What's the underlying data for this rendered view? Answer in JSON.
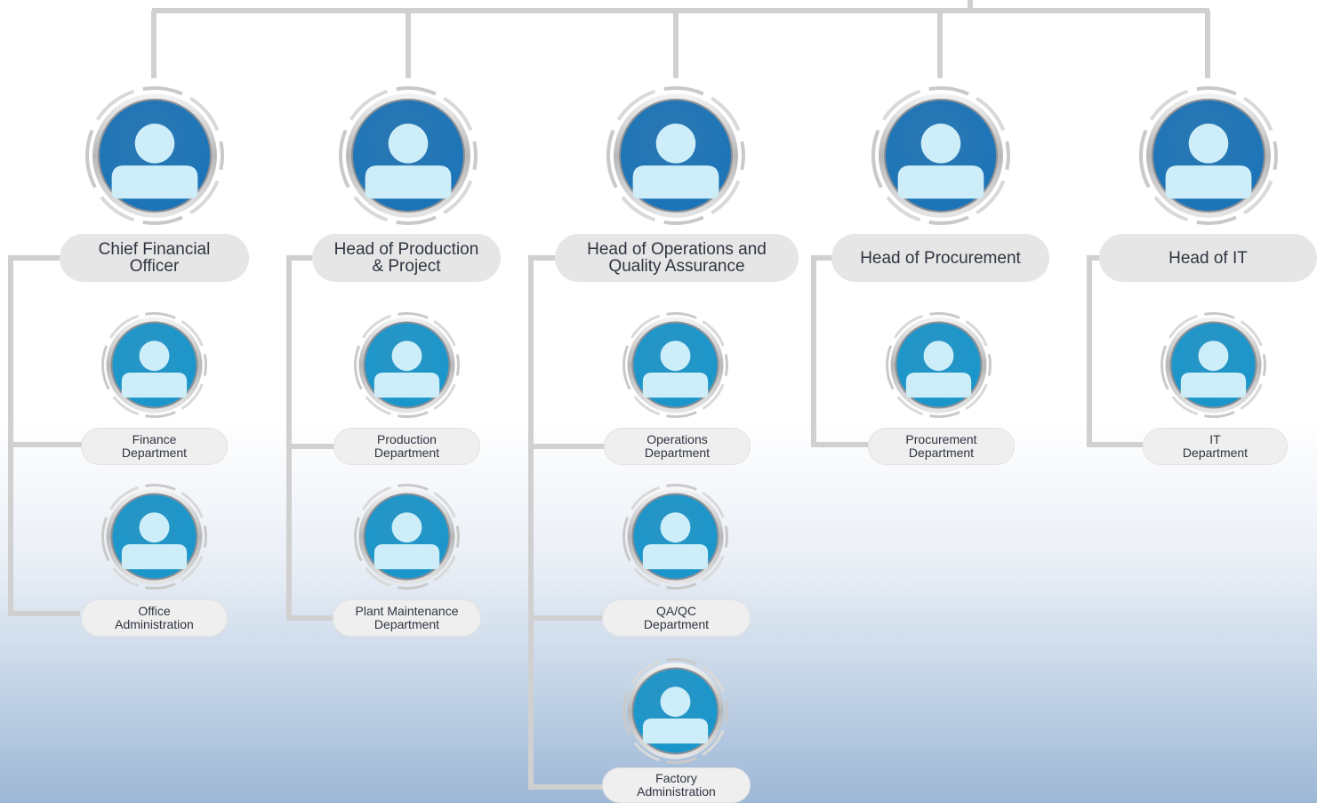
{
  "colors": {
    "connector": "#d0d0d0",
    "head_avatar": "#1a74b8",
    "dept_avatar": "#1896cc",
    "person": "#cdeef9",
    "label_bg": "#e6e6e6"
  },
  "heads": [
    {
      "title": "Chief Financial\nOfficer",
      "icon": "user-icon",
      "departments": [
        {
          "name": "Finance\nDepartment",
          "icon": "user-icon"
        },
        {
          "name": "Office\nAdministration",
          "icon": "user-icon"
        }
      ]
    },
    {
      "title": "Head of Production\n& Project",
      "icon": "user-icon",
      "departments": [
        {
          "name": "Production\nDepartment",
          "icon": "user-icon"
        },
        {
          "name": "Plant Maintenance\nDepartment",
          "icon": "user-icon"
        }
      ]
    },
    {
      "title": "Head of Operations and\nQuality Assurance",
      "icon": "user-icon",
      "departments": [
        {
          "name": "Operations\nDepartment",
          "icon": "user-icon"
        },
        {
          "name": "QA/QC\nDepartment",
          "icon": "user-icon"
        },
        {
          "name": "Factory\nAdministration",
          "icon": "user-icon"
        }
      ]
    },
    {
      "title": "Head of Procurement",
      "icon": "user-icon",
      "departments": [
        {
          "name": "Procurement\nDepartment",
          "icon": "user-icon"
        }
      ]
    },
    {
      "title": "Head of IT",
      "icon": "user-icon",
      "departments": [
        {
          "name": "IT\nDepartment",
          "icon": "user-icon"
        }
      ]
    }
  ]
}
